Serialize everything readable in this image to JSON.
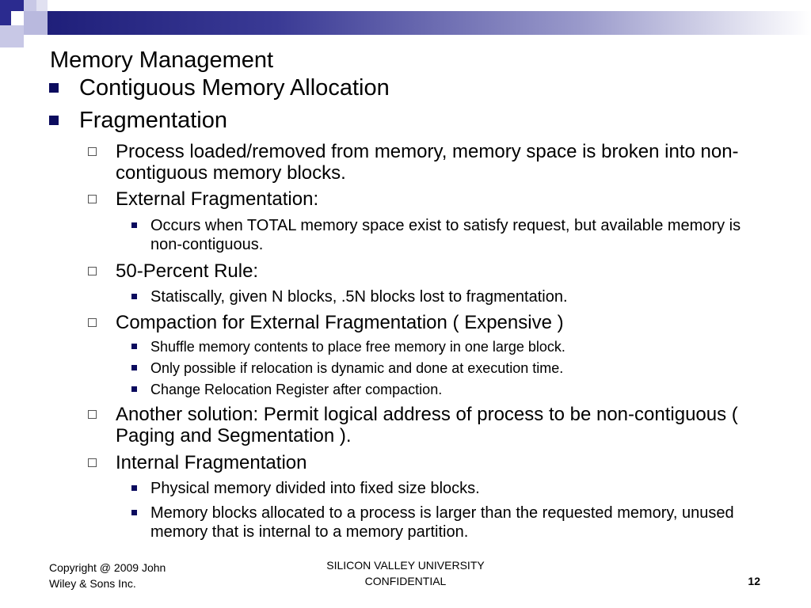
{
  "slide": {
    "title": "Memory Management",
    "bullets": [
      {
        "text": "Contiguous Memory Allocation"
      },
      {
        "text": "Fragmentation"
      }
    ],
    "sub": [
      {
        "text": "Process loaded/removed from memory, memory space is broken into non-contiguous memory blocks."
      },
      {
        "text": "External Fragmentation:"
      },
      {
        "text": "50-Percent Rule:"
      },
      {
        "text": "Compaction for External Fragmentation ( Expensive )"
      },
      {
        "text": "Another solution: Permit logical address of process to be non-contiguous ( Paging and Segmentation )."
      },
      {
        "text": "Internal Fragmentation"
      }
    ],
    "subsub": [
      {
        "text": "Occurs when TOTAL memory space exist to satisfy request, but available memory is non-contiguous."
      },
      {
        "text": "Statiscally, given N blocks, .5N blocks lost to fragmentation."
      },
      {
        "text": "Shuffle memory contents to place free memory in one large block."
      },
      {
        "text": "Only possible if relocation is dynamic and done at execution time."
      },
      {
        "text": "Change Relocation Register after compaction."
      },
      {
        "text": "Physical memory divided into fixed size blocks."
      },
      {
        "text": "Memory blocks allocated to a process is larger than the requested memory, unused memory that is internal to a memory partition."
      }
    ]
  },
  "footer": {
    "copyright_line1": "Copyright @ 2009 John",
    "copyright_line2": "Wiley & Sons Inc.",
    "org_line1": "SILICON VALLEY UNIVERSITY",
    "org_line2": "CONFIDENTIAL",
    "page_number": "12"
  },
  "colors": {
    "accent": "#2b2b8f",
    "bullet": "#0b0b5e"
  }
}
